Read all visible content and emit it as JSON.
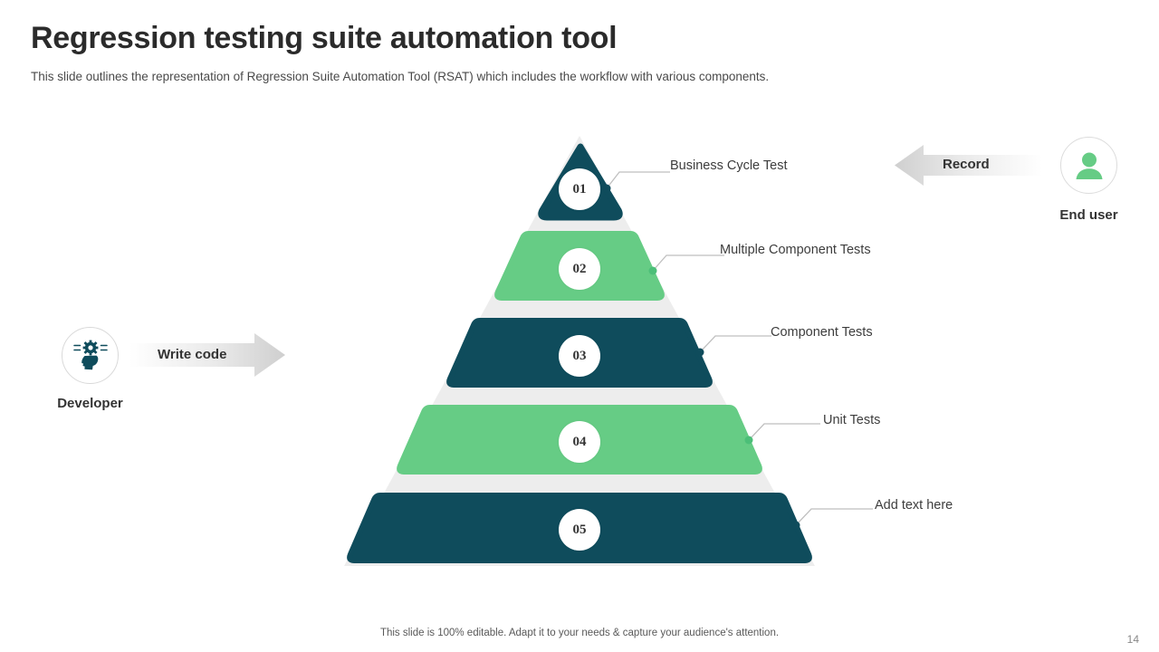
{
  "header": {
    "title": "Regression testing suite automation tool",
    "subtitle": "This slide outlines the representation of Regression Suite Automation Tool (RSAT) which includes the workflow with various components."
  },
  "colors": {
    "dark_teal": "#0F4C5C",
    "green": "#66CC85",
    "background_pyramid": "#EDEDED",
    "arrow_gray": "#D9D9D9",
    "text_dark": "#333333",
    "connector_line": "#BFBFBF"
  },
  "pyramid": {
    "layers": [
      {
        "number": "01",
        "label": "Business Cycle Test",
        "color": "#0F4C5C",
        "shape": "triangle"
      },
      {
        "number": "02",
        "label": "Multiple Component Tests",
        "color": "#66CC85",
        "shape": "trapezoid"
      },
      {
        "number": "03",
        "label": "Component Tests",
        "color": "#0F4C5C",
        "shape": "trapezoid"
      },
      {
        "number": "04",
        "label": "Unit Tests",
        "color": "#66CC85",
        "shape": "trapezoid"
      },
      {
        "number": "05",
        "label": "Add text here",
        "color": "#0F4C5C",
        "shape": "trapezoid"
      }
    ]
  },
  "actors": {
    "developer": {
      "name": "Developer",
      "icon": "head-with-gear-icon",
      "icon_color": "#0F4C5C",
      "arrow_label": "Write code",
      "arrow_direction": "right"
    },
    "end_user": {
      "name": "End user",
      "icon": "person-icon",
      "icon_color": "#66CC85",
      "arrow_label": "Record",
      "arrow_direction": "left"
    }
  },
  "footer": {
    "note": "This slide is 100% editable. Adapt it to your needs & capture your audience's attention.",
    "page_number": "14"
  }
}
